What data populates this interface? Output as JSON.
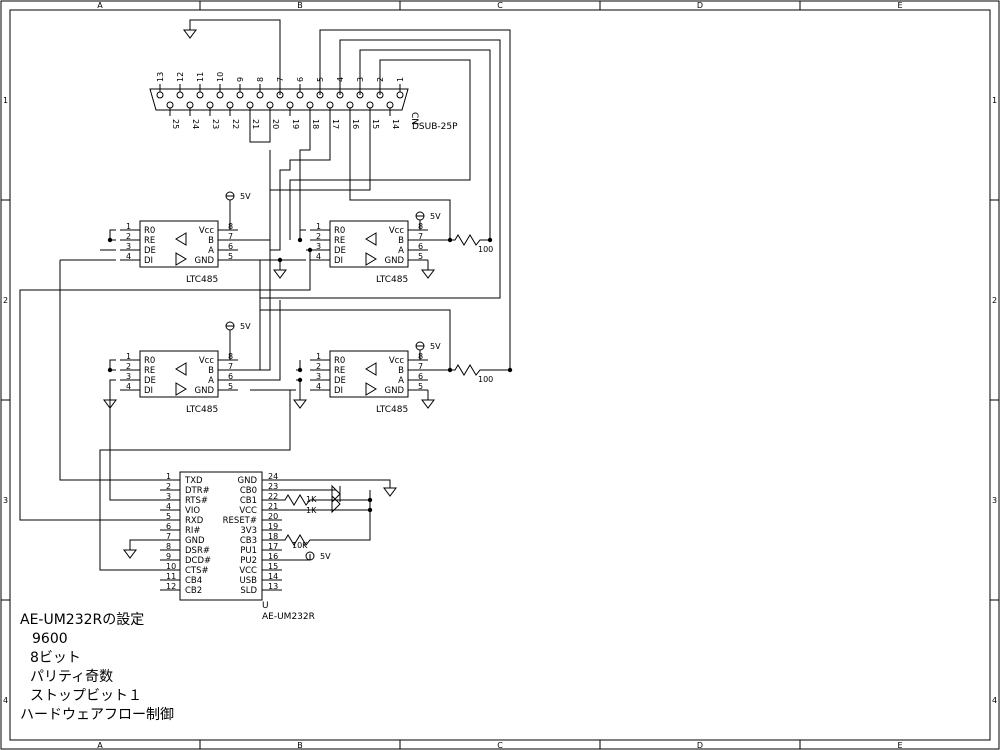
{
  "frame": {
    "columns": [
      "A",
      "B",
      "C",
      "D",
      "E"
    ],
    "rows": [
      "1",
      "2",
      "3",
      "4"
    ]
  },
  "connector": {
    "ref": "CN",
    "part": "DSUB-25P",
    "top_pins": [
      "13",
      "12",
      "11",
      "10",
      "9",
      "8",
      "7",
      "6",
      "5",
      "4",
      "3",
      "2",
      "1"
    ],
    "bottom_pins": [
      "25",
      "24",
      "23",
      "22",
      "21",
      "20",
      "19",
      "18",
      "17",
      "16",
      "15",
      "14"
    ]
  },
  "transceiver": {
    "part": "LTC485",
    "left_pins": [
      "1",
      "2",
      "3",
      "4"
    ],
    "left_signals": [
      "R0",
      "RE",
      "DE",
      "DI"
    ],
    "right_pins": [
      "8",
      "7",
      "6",
      "5"
    ],
    "right_signals": [
      "Vcc",
      "B",
      "A",
      "GND"
    ],
    "supply": "5V"
  },
  "resistors": {
    "termination": "100",
    "r1": "1K",
    "r2": "1K",
    "r3": "10K"
  },
  "module": {
    "ref": "U",
    "part": "AE-UM232R",
    "left_pins": [
      "1",
      "2",
      "3",
      "4",
      "5",
      "6",
      "7",
      "8",
      "9",
      "10",
      "11",
      "12"
    ],
    "left_signals": [
      "TXD",
      "DTR#",
      "RTS#",
      "VIO",
      "RXD",
      "RI#",
      "GND",
      "DSR#",
      "DCD#",
      "CTS#",
      "CB4",
      "CB2"
    ],
    "right_pins": [
      "24",
      "23",
      "22",
      "21",
      "20",
      "19",
      "18",
      "17",
      "16",
      "15",
      "14",
      "13"
    ],
    "right_signals": [
      "GND",
      "CB0",
      "CB1",
      "VCC",
      "RESET#",
      "3V3",
      "CB3",
      "PU1",
      "PU2",
      "VCC",
      "USB",
      "SLD"
    ],
    "supply": "5V"
  },
  "notes": {
    "title": "AE-UM232Rの設定",
    "lines": [
      "9600",
      "8ビット",
      "パリティ奇数",
      "ストップビット１"
    ],
    "footer": "ハードウェアフロー制御"
  }
}
